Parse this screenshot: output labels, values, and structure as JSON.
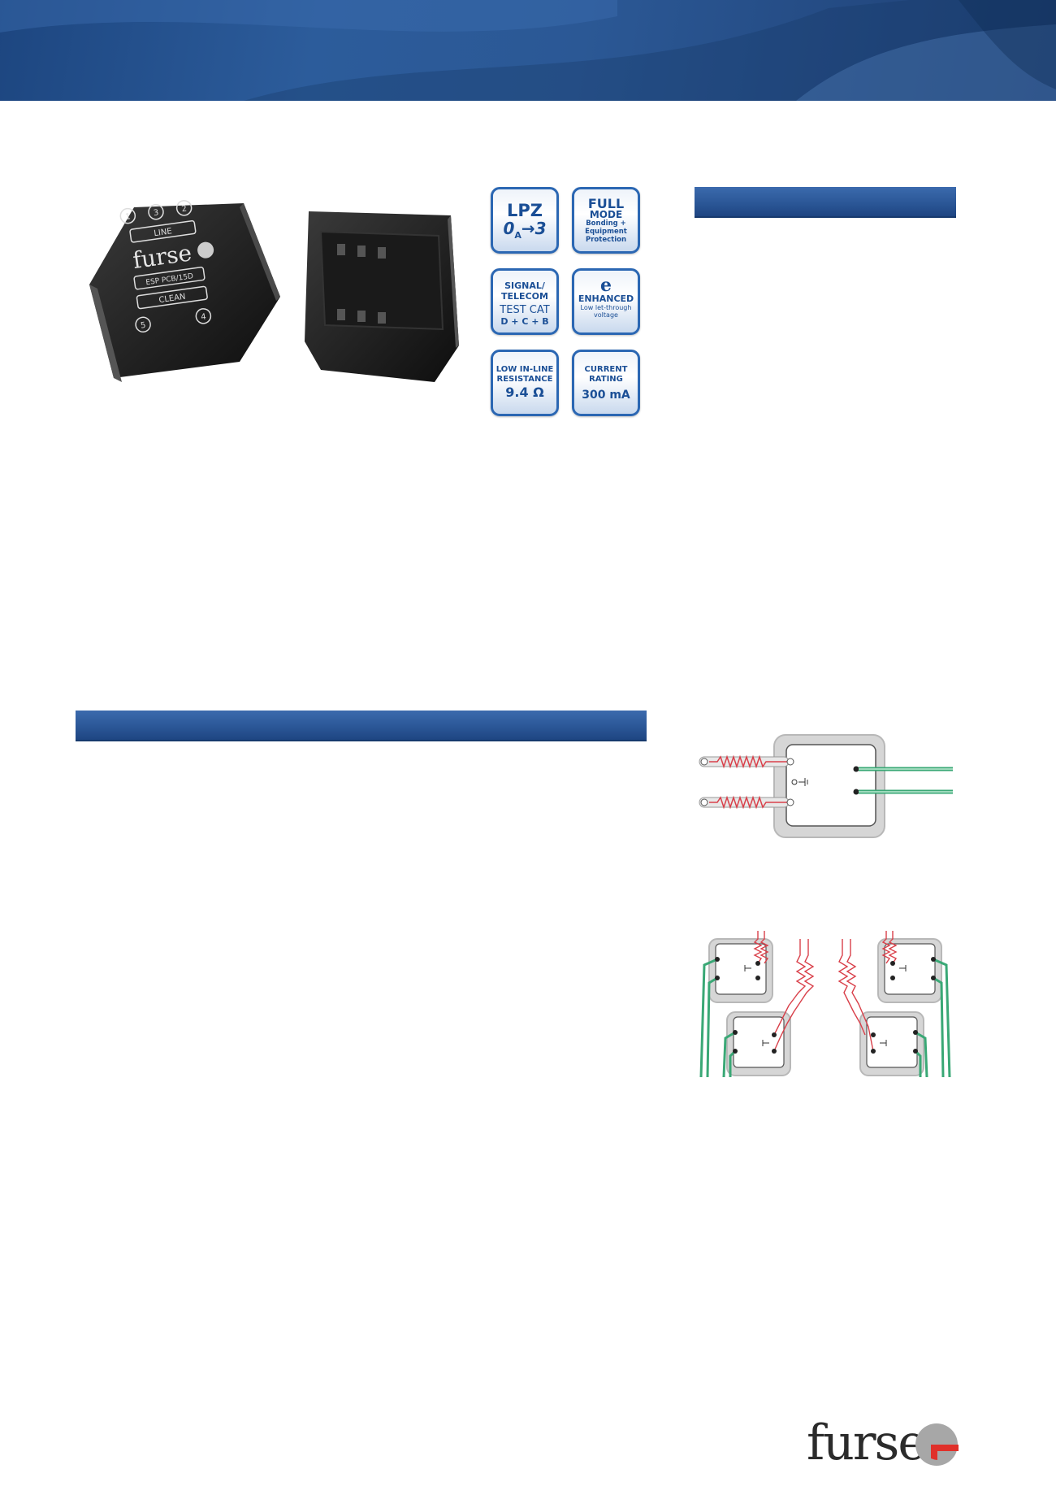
{
  "badges": {
    "lpz": {
      "title": "LPZ",
      "range_from": "0",
      "range_sub": "A",
      "range_arrow": "→",
      "range_to": "3"
    },
    "full_mode": {
      "line1": "FULL",
      "line2": "MODE",
      "line3": "Bonding +",
      "line4": "Equipment",
      "line5": "Protection"
    },
    "signal": {
      "line1": "SIGNAL/",
      "line2": "TELECOM",
      "line3": "TEST CAT",
      "line4": "D + C + B"
    },
    "enhanced": {
      "glyph": "e",
      "line1": "ENHANCED",
      "line2": "Low let-through",
      "line3": "voltage"
    },
    "resistance": {
      "line1": "LOW IN-LINE",
      "line2": "RESISTANCE",
      "value": "9.4 Ω"
    },
    "current": {
      "line1": "CURRENT",
      "line2": "RATING",
      "value": "300 mA"
    }
  },
  "product_labels": {
    "brand": "furse",
    "line": "LINE",
    "model": "ESP PCB/15D",
    "clean": "CLEAN",
    "pin1": "1",
    "pin2": "2",
    "pin3": "3",
    "pin4": "4",
    "pin5": "5"
  },
  "logo": {
    "text": "furse"
  },
  "colors": {
    "banner": "#2c5c9b",
    "section_bar": "#2b5797",
    "badge_border": "#2b67b3",
    "trace_green": "#3aa876",
    "trace_red": "#d9404a",
    "logo_red": "#e0302a"
  }
}
